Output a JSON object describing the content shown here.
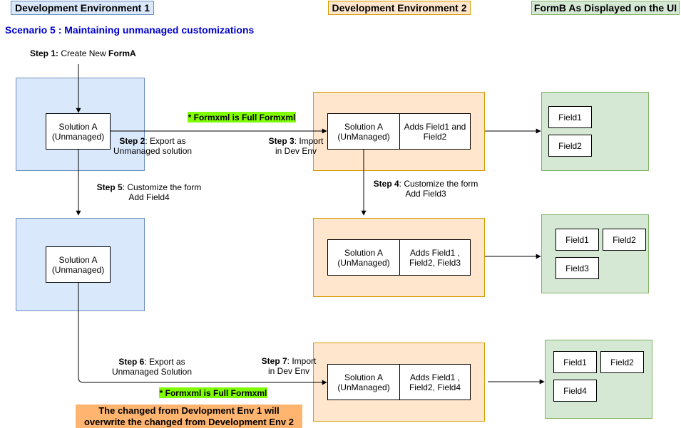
{
  "headers": {
    "env1": "Development Environment 1",
    "env2": "Development Environment 2",
    "formb": "FormB As Displayed on the UI"
  },
  "scenario_title": "Scenario 5 : Maintaining unmanaged customizations",
  "steps": {
    "step1": {
      "bold": "Step 1:",
      "text": " Create New ",
      "tail": "FormA"
    },
    "step2": {
      "bold": "Step 2",
      "text": ": Export as",
      "line2": "Unmanaged solution"
    },
    "step3": {
      "bold": "Step 3",
      "text": ": Import",
      "line2": "in Dev Env"
    },
    "step4": {
      "bold": "Step 4",
      "text": ": Customize the form",
      "line2": "Add Field3"
    },
    "step5": {
      "bold": "Step 5",
      "text": ": Customize the form",
      "line2": "Add Field4"
    },
    "step6": {
      "bold": "Step 6",
      "text": ": Export as",
      "line2": "Unmanaged Solution"
    },
    "step7": {
      "bold": "Step 7",
      "text": ": Import",
      "line2": "in Dev Env"
    }
  },
  "dev1": {
    "solution_top": {
      "line1": "Solution A",
      "line2": "(Unmanaged)"
    },
    "solution_bottom": {
      "line1": "Solution A",
      "line2": "(Unmanaged)"
    }
  },
  "dev2": {
    "row1": {
      "line1": "Solution A",
      "line2": "(UnManaged)",
      "adds1": "Adds Field1 and",
      "adds2": "Field2"
    },
    "row2": {
      "line1": "Solution A",
      "line2": "(UnManaged)",
      "adds1": "Adds Field1 ,",
      "adds2": "Field2, Field3"
    },
    "row3": {
      "line1": "Solution A",
      "line2": "(UnManaged)",
      "adds1": "Adds Field1 ,",
      "adds2": "Field2, Field4"
    }
  },
  "formb": {
    "row1": [
      "Field1",
      "Field2"
    ],
    "row2": [
      "Field1",
      "Field2",
      "Field3"
    ],
    "row3": [
      "Field1",
      "Field2",
      "Field4"
    ]
  },
  "notes": {
    "formxml_top": "* Formxml is Full Formxml",
    "formxml_bottom": "* Formxml is Full Formxml",
    "warning_line1": "The changed from Devlopment Env 1 will",
    "warning_line2": "overwrite the changed from Development Env 2"
  },
  "colors": {
    "blue_fill": "#dae8fc",
    "orange_fill": "#ffe6cc",
    "green_fill": "#d5e8d4",
    "highlight_green": "#80ff00",
    "warning_orange": "#ffb570",
    "scenario_blue": "#0000cc"
  }
}
